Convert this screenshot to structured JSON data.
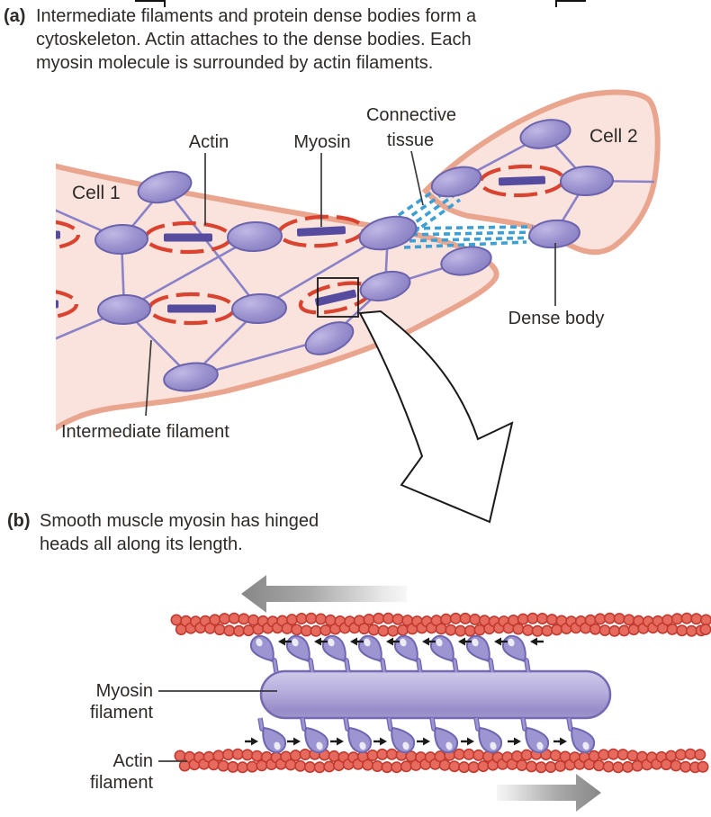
{
  "panel_a": {
    "prefix": "(a)",
    "caption_lines": [
      "Intermediate filaments and protein dense bodies form a",
      "cytoskeleton. Actin attaches to the dense bodies. Each",
      "myosin molecule is surrounded by actin filaments."
    ],
    "labels": {
      "cell1": "Cell 1",
      "cell2": "Cell 2",
      "actin": "Actin",
      "myosin": "Myosin",
      "connective_line1": "Connective",
      "connective_line2": "tissue",
      "dense_body": "Dense body",
      "intermediate_filament": "Intermediate filament"
    }
  },
  "panel_b": {
    "prefix": "(b)",
    "caption_lines": [
      "Smooth muscle myosin has hinged",
      "heads all along its length."
    ],
    "labels": {
      "myosin_filament_line1": "Myosin",
      "myosin_filament_line2": "filament",
      "actin_filament_line1": "Actin",
      "actin_filament_line2": "filament"
    },
    "myosin_head_count_top": 8,
    "myosin_head_count_bottom": 8
  },
  "colors": {
    "text": "#2d2a28",
    "cell_fill": "#f9e3dc",
    "cell_edge": "#eaa58f",
    "dense_body_edge": "#6b63ad",
    "filament_line": "#8a81c8",
    "actin_red": "#d94330",
    "myosin_bar": "#554c9f",
    "connective_blue": "#3e9fd5",
    "bead_fill": "#e66a5d",
    "bead_edge": "#c23a2f",
    "head_fill": "#9d94d2",
    "head_edge": "#6e66b0",
    "gray_arrow": "#8f8f8f",
    "leader": "#3a3a3a",
    "outline_arrow": "#1a1a1a"
  }
}
